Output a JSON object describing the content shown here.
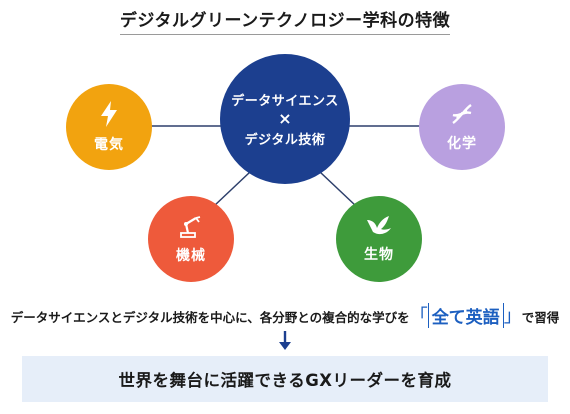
{
  "title": "デジタルグリーンテクノロジー学科の特徴",
  "center": {
    "line1": "データサイエンス",
    "times": "×",
    "line2": "デジタル技術",
    "color": "#1c3f8f"
  },
  "nodes": {
    "electricity": {
      "label": "電気",
      "icon": "lightning-bolt-icon",
      "color": "#f2a30f"
    },
    "chemistry": {
      "label": "化学",
      "icon": "dna-helix-icon",
      "color": "#b9a0e0"
    },
    "mechanical": {
      "label": "機械",
      "icon": "robot-arm-icon",
      "color": "#ee5a3b"
    },
    "biology": {
      "label": "生物",
      "icon": "bird-icon",
      "color": "#3e9b3b"
    }
  },
  "caption": {
    "before": "データサイエンスとデジタル技術を中心に、各分野との複合的な学びを",
    "open_quote": "「",
    "highlight": "全て英語",
    "close_quote": "」",
    "after": "で習得"
  },
  "banner": "世界を舞台に活躍できるGXリーダーを育成"
}
